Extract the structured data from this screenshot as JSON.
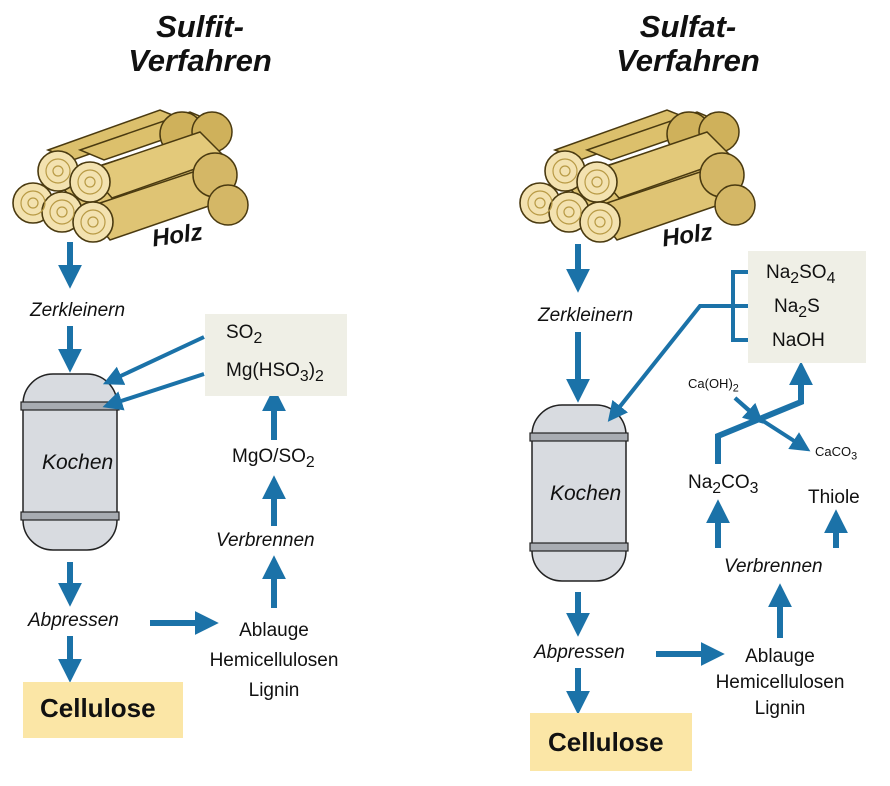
{
  "colors": {
    "arrow": "#1b72a8",
    "cellulose_box": "#fbe6a6",
    "chem_box": "#efefe6",
    "wood": "#dcc06c",
    "vessel": "#d8dbe0"
  },
  "left": {
    "title_line1": "Sulfit-",
    "title_line2": "Verfahren",
    "wood_label": "Holz",
    "step_crush": "Zerkleinern",
    "vessel_label": "Kochen",
    "step_press": "Abpressen",
    "product": "Cellulose",
    "liquor_line1": "Ablauge",
    "liquor_line2": "Hemicellulosen",
    "liquor_line3": "Lignin",
    "step_burn": "Verbrennen",
    "burn_product": {
      "a": "MgO/SO",
      "a_sub": "2"
    },
    "reagent1": {
      "a": "SO",
      "a_sub": "2"
    },
    "reagent2": {
      "a": "Mg(HSO",
      "a_sub": "3",
      "b": ")",
      "b_sub": "2"
    }
  },
  "right": {
    "title_line1": "Sulfat-",
    "title_line2": "Verfahren",
    "wood_label": "Holz",
    "step_crush": "Zerkleinern",
    "vessel_label": "Kochen",
    "step_press": "Abpressen",
    "product": "Cellulose",
    "liquor_line1": "Ablauge",
    "liquor_line2": "Hemicellulosen",
    "liquor_line3": "Lignin",
    "step_burn": "Verbrennen",
    "carbonate": {
      "a": "Na",
      "a_sub": "2",
      "b": "CO",
      "b_sub": "3"
    },
    "thiole": "Thiole",
    "caoh": {
      "a": "Ca(OH)",
      "a_sub": "2"
    },
    "caco": {
      "a": "CaCO",
      "a_sub": "3"
    },
    "reagent1": {
      "a": "Na",
      "a_sub": "2",
      "b": "SO",
      "b_sub": "4"
    },
    "reagent2": {
      "a": "Na",
      "a_sub": "2",
      "b": "S"
    },
    "reagent3": "NaOH"
  }
}
